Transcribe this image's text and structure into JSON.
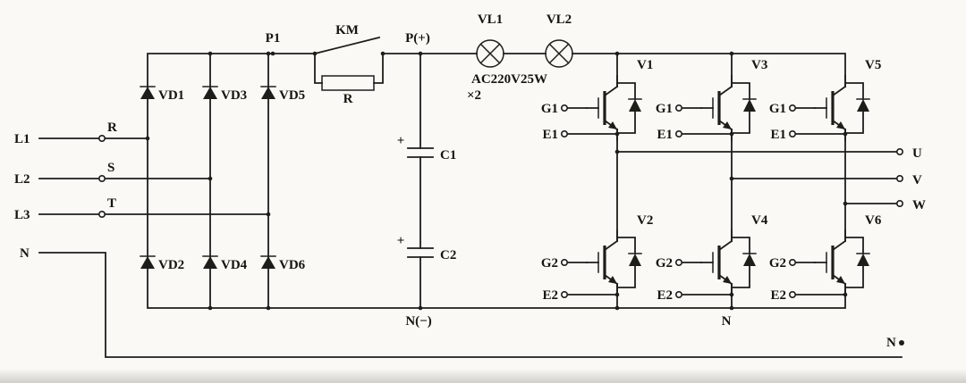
{
  "colors": {
    "line": "#1d1d1a",
    "background": "#faf9f5",
    "text": "#151510"
  },
  "inputs": {
    "l1": "L1",
    "l2": "L2",
    "l3": "L3",
    "n": "N",
    "r": "R",
    "s": "S",
    "t": "T"
  },
  "rectifier": {
    "vd1": "VD1",
    "vd2": "VD2",
    "vd3": "VD3",
    "vd4": "VD4",
    "vd5": "VD5",
    "vd6": "VD6"
  },
  "dc": {
    "p1": "P1",
    "km": "KM",
    "resistor": "R",
    "p_plus": "P(+)",
    "vl1": "VL1",
    "vl2": "VL2",
    "lamp_rating": "AC220V25W",
    "lamp_qty": "×2",
    "plus": "+",
    "c1": "C1",
    "c2": "C2",
    "n_minus": "N(−)"
  },
  "inverter": {
    "v1": "V1",
    "v2": "V2",
    "v3": "V3",
    "v4": "V4",
    "v5": "V5",
    "v6": "V6",
    "g1": "G1",
    "e1": "E1",
    "g2": "G2",
    "e2": "E2",
    "n_bus": "N"
  },
  "outputs": {
    "u": "U",
    "v": "V",
    "w": "W",
    "n": "N"
  }
}
